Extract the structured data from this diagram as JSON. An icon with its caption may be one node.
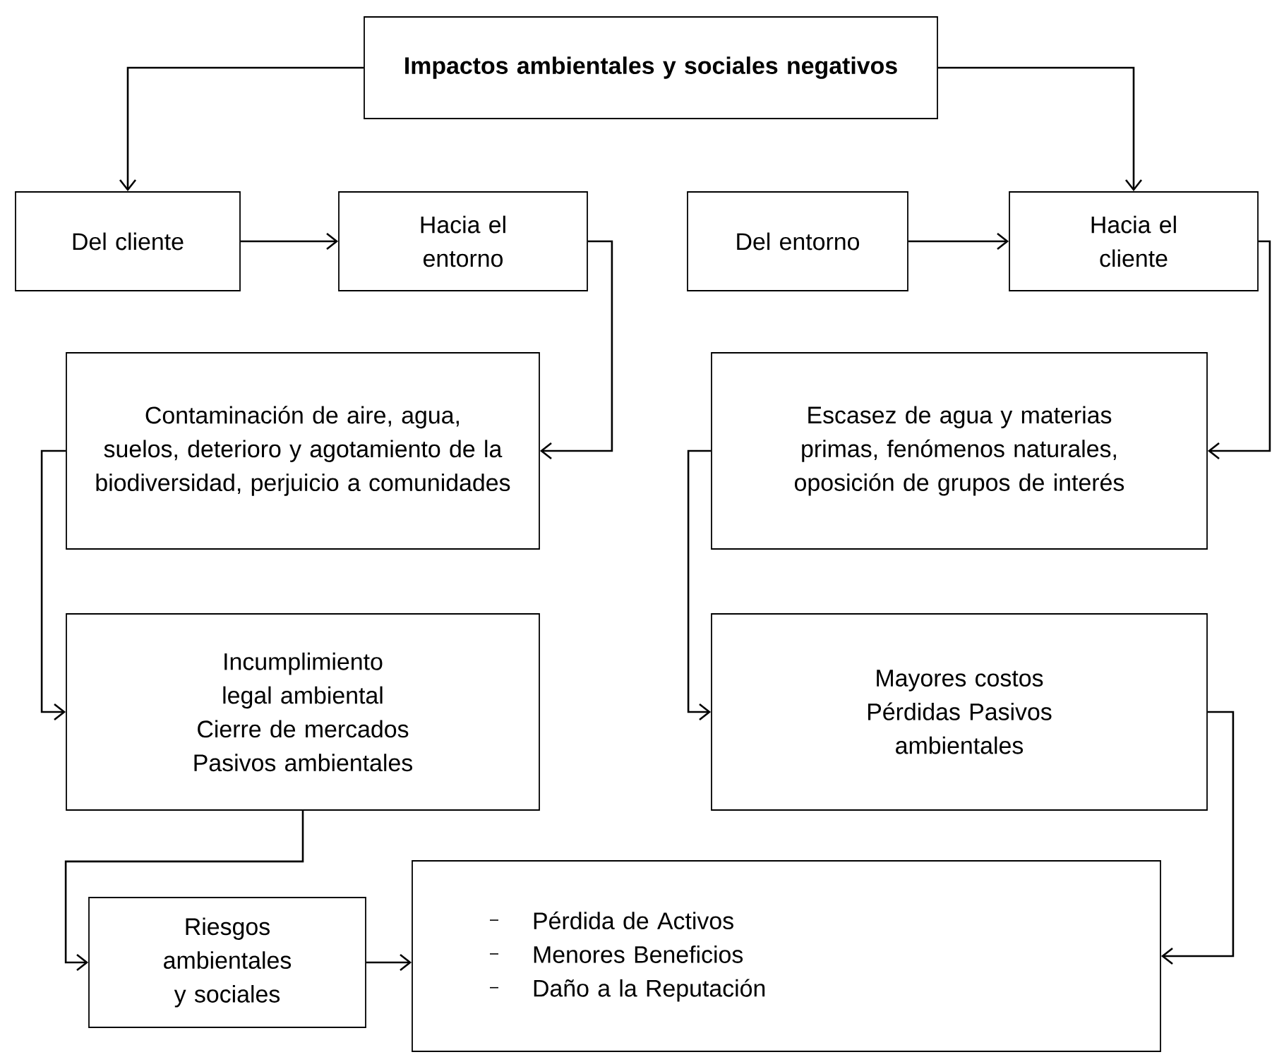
{
  "diagram": {
    "nodes": [
      {
        "text": [
          "Impactos ambientales y sociales negativos"
        ]
      },
      {
        "text": [
          "Del cliente"
        ]
      },
      {
        "text": [
          "Hacia el entorno"
        ]
      },
      {
        "text": [
          "Del entorno"
        ]
      },
      {
        "text": [
          "Hacia el cliente"
        ]
      },
      {
        "text": [
          "Contaminación de aire, agua, suelos, deterioro y agotamiento de la biodiversidad, perjuicio a comunidades"
        ]
      },
      {
        "text": [
          "Escasez de agua y materias primas, fenómenos naturales, oposición de grupos de interés"
        ]
      },
      {
        "text": [
          "Incumplimiento legal ambiental Cierre de mercados Pasivos ambientales"
        ]
      },
      {
        "text": [
          "Mayores costos Pérdidas Pasivos ambientales"
        ]
      },
      {
        "text": [
          "Riesgos ambientales y sociales"
        ]
      },
      {
        "text": [
          "Pérdida de Activos",
          "Menores Beneficios",
          "Daño a la Reputación"
        ]
      }
    ],
    "edges": [
      {
        "from": 0,
        "to": 1,
        "arrow": "to"
      },
      {
        "from": 0,
        "to": 4,
        "arrow": "to"
      },
      {
        "from": 1,
        "to": 2,
        "arrow": "to"
      },
      {
        "from": 3,
        "to": 4,
        "arrow": "to"
      },
      {
        "from": 2,
        "to": 5,
        "arrow": "to"
      },
      {
        "from": 4,
        "to": 6,
        "arrow": "to"
      },
      {
        "from": 5,
        "to": 7,
        "arrow": "to"
      },
      {
        "from": 6,
        "to": 8,
        "arrow": "to"
      },
      {
        "from": 7,
        "to": 9,
        "arrow": "to"
      },
      {
        "from": 9,
        "to": 10,
        "arrow": "to"
      },
      {
        "from": 8,
        "to": 10,
        "arrow": "to"
      }
    ]
  }
}
